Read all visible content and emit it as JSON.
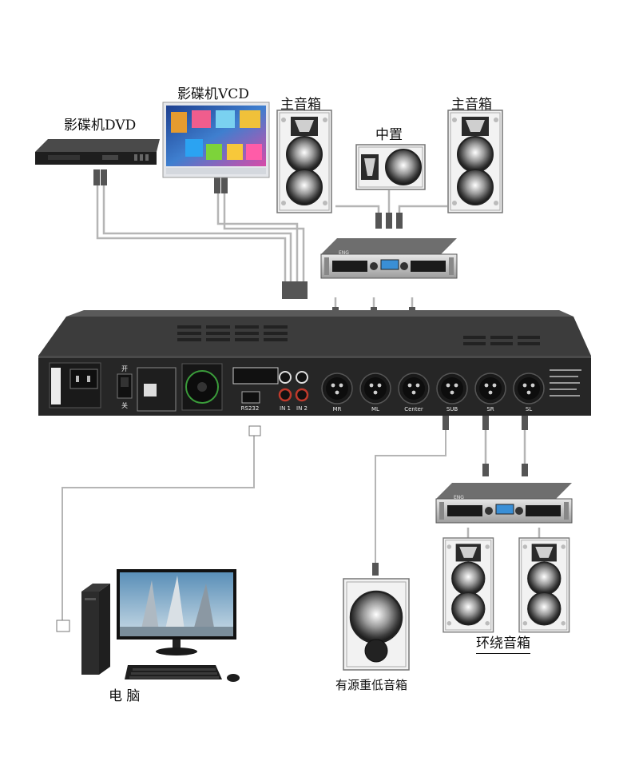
{
  "labels": {
    "dvd": "影碟机DVD",
    "vcd": "影碟机VCD",
    "main_speaker_left": "主音箱",
    "main_speaker_right": "主音箱",
    "center": "中置",
    "surround": "环绕音箱",
    "subwoofer": "有源重低音箱",
    "computer": "电 脑"
  },
  "processor": {
    "switch_on": "开",
    "switch_off": "关",
    "port_rs232": "RS232",
    "port_in1": "IN 1",
    "port_in2": "IN 2",
    "outputs": [
      "MR",
      "ML",
      "Center",
      "SUB",
      "SR",
      "SL"
    ]
  },
  "amplifier": {
    "brand": "ENG"
  },
  "colors": {
    "cable": "#b5b5b5",
    "chassis": "#2b2b2b",
    "speaker_face": "#d9d9d9",
    "rca_red": "#c0392b"
  }
}
